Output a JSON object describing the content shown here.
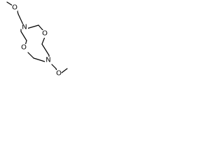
{
  "molecule": {
    "atom_labels": {
      "n_upper": "N",
      "n_lower": "N",
      "o_ring_right": "O",
      "o_ring_left": "O",
      "o_methoxy_top": "O",
      "o_methoxy_bottom": "O"
    },
    "colors": {
      "bond": "#000000",
      "label": "#000000",
      "background": "#ffffff"
    }
  }
}
